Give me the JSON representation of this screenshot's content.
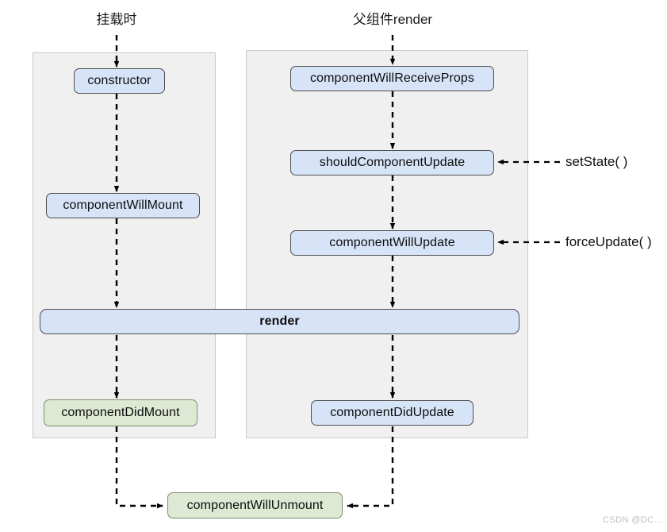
{
  "diagram": {
    "title_mount": "挂载时",
    "title_update": "父组件render",
    "watermark": "CSDN @DC..."
  },
  "panels": [
    {
      "name": "mounting-phase-panel"
    },
    {
      "name": "updating-phase-panel"
    }
  ],
  "nodes": {
    "constructor": "constructor",
    "component_will_mount": "componentWillMount",
    "component_did_mount": "componentDidMount",
    "component_will_receive_props": "componentWillReceiveProps",
    "should_component_update": "shouldComponentUpdate",
    "component_will_update": "componentWillUpdate",
    "component_did_update": "componentDidUpdate",
    "render": "render",
    "component_will_unmount": "componentWillUnmount"
  },
  "triggers": {
    "set_state": "setState( )",
    "force_update": "forceUpdate( )"
  },
  "colors": {
    "box_blue_fill": "#d7e4f8",
    "box_blue_border": "#4d4d4d",
    "box_green_fill": "#dde9d3",
    "box_green_border": "#7e8f70",
    "panel_fill": "#f0f0f0",
    "panel_border": "#c8c8c8",
    "arrow": "#000000",
    "background": "#ffffff"
  }
}
